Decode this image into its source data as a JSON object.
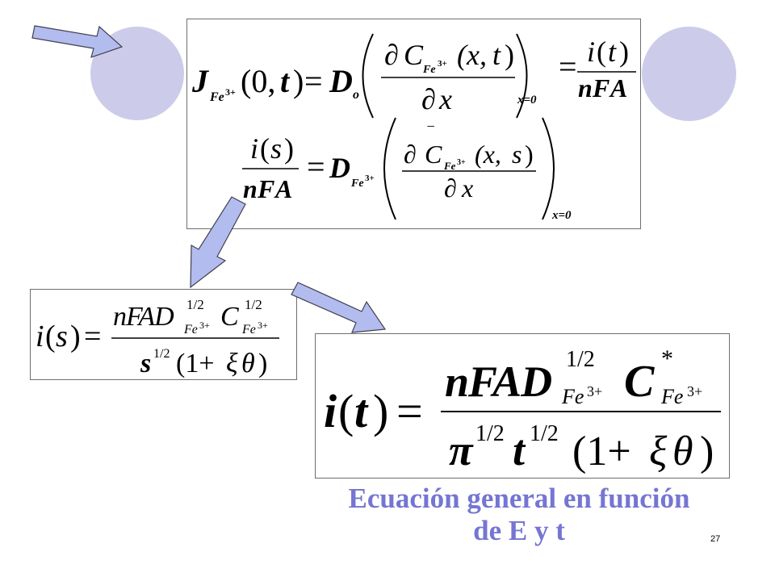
{
  "colors": {
    "circle": "#ccccea",
    "arrow_fill": "#b3bcee",
    "arrow_stroke": "#40404e",
    "caption": "#7575d3",
    "box_border": "#6e6e6e"
  },
  "equation_top": {
    "J": "J",
    "Fe": "Fe",
    "sup3": "3+",
    "args_0t": "(0,",
    "t": "t",
    "rparen": ")",
    "eq": "=",
    "D": "D",
    "o": "o",
    "partial": "∂",
    "C": "C",
    "args_xt": "(x,",
    "x": "x",
    "x_eq_0": "x=0",
    "i": "i",
    "n": "n",
    "F": "F",
    "A": "A",
    "args_xs": "(x,",
    "s": "s",
    "lparen": "(",
    "bar": "‾"
  },
  "equation_left": {
    "i": "i",
    "lparen": "(",
    "s": "s",
    "rparen": ")",
    "eq": "=",
    "nFAD": "nFAD",
    "half": "1/2",
    "Fe": "Fe",
    "sup3": "3+",
    "C": "C",
    "one_plus": "(1+",
    "xi": "ξ",
    "theta": "θ"
  },
  "equation_big": {
    "i": "i",
    "lparen": "(",
    "t": "t",
    "rparen": ")",
    "eq": "=",
    "nFAD": "nFAD",
    "half": "1/2",
    "Fe": "Fe",
    "sup3": "3+",
    "C": "C",
    "star": "*",
    "pi": "π",
    "one_plus": "(1+",
    "xi": "ξ",
    "theta": "θ"
  },
  "caption": {
    "line1": "Ecuación general en función",
    "line2": "de E y t"
  },
  "page_number": "27"
}
